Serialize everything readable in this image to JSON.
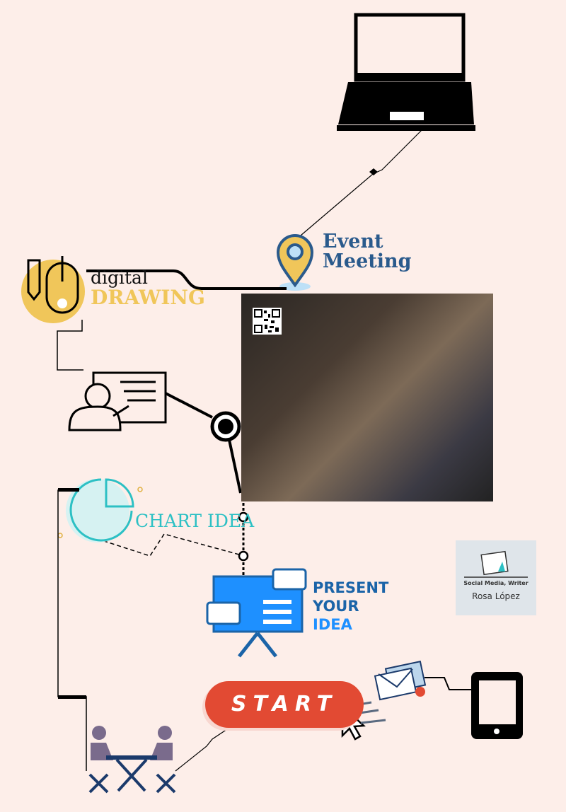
{
  "event": {
    "line1": "Event",
    "line2": "Meeting"
  },
  "digital": {
    "line1": "digital",
    "line2": "DRAWING"
  },
  "chart_idea": {
    "label": "CHART IDEA"
  },
  "present": {
    "line1": "PRESENT",
    "line2": "YOUR",
    "line3": "IDEA"
  },
  "start": {
    "label": "START"
  },
  "logo": {
    "subtitle": "Social Media, Writer",
    "name": "Rosa López"
  },
  "colors": {
    "background": "#fdeee9",
    "start": "#e24a33",
    "event": "#2a5a8c",
    "drawing": "#f0c65a",
    "chart": "#2cc0c4",
    "present": "#1b64a8"
  }
}
